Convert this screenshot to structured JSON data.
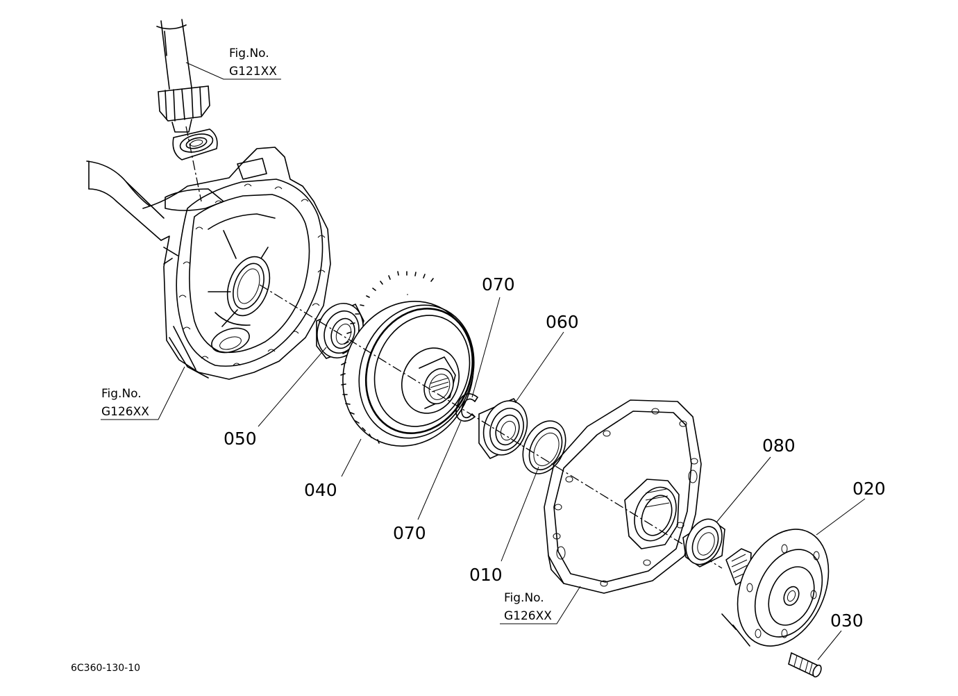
{
  "drawing_code": "6C360-130-10",
  "figure_refs": [
    {
      "line1": "Fig.No.",
      "line2": "G121XX"
    },
    {
      "line1": "Fig.No.",
      "line2": "G126XX"
    },
    {
      "line1": "Fig.No.",
      "line2": "G126XX"
    }
  ],
  "part_labels": {
    "p070_top": "070",
    "p060": "060",
    "p050": "050",
    "p040": "040",
    "p070_bottom": "070",
    "p010": "010",
    "p080": "080",
    "p020": "020",
    "p030": "030"
  }
}
